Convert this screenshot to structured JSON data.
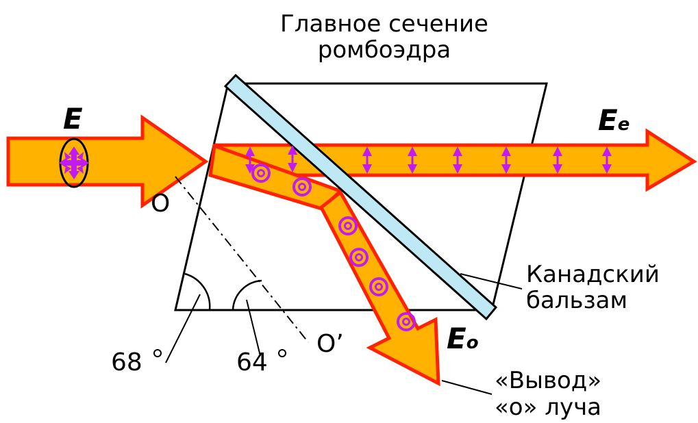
{
  "title_line1": "Главное сечение",
  "title_line2": "ромбоэдра",
  "label_E": "E",
  "label_Ee_main": "E",
  "label_Ee_sub": "e",
  "label_Eo_main": "E",
  "label_Eo_sub": "o",
  "label_O": "O",
  "label_O_prime": "O’",
  "angle_left_value": "68",
  "angle_right_value": "64",
  "balsam_line1": "Канадский",
  "balsam_line2": "бальзам",
  "output_line1": "«Вывод»",
  "output_line2": "«о» луча",
  "colors": {
    "beam_fill": "#FFB300",
    "beam_outline": "#FF2200",
    "polarization_marks": "#C21BF2",
    "balsam_fill": "#BFE8F5",
    "prism_outline": "#000000"
  }
}
